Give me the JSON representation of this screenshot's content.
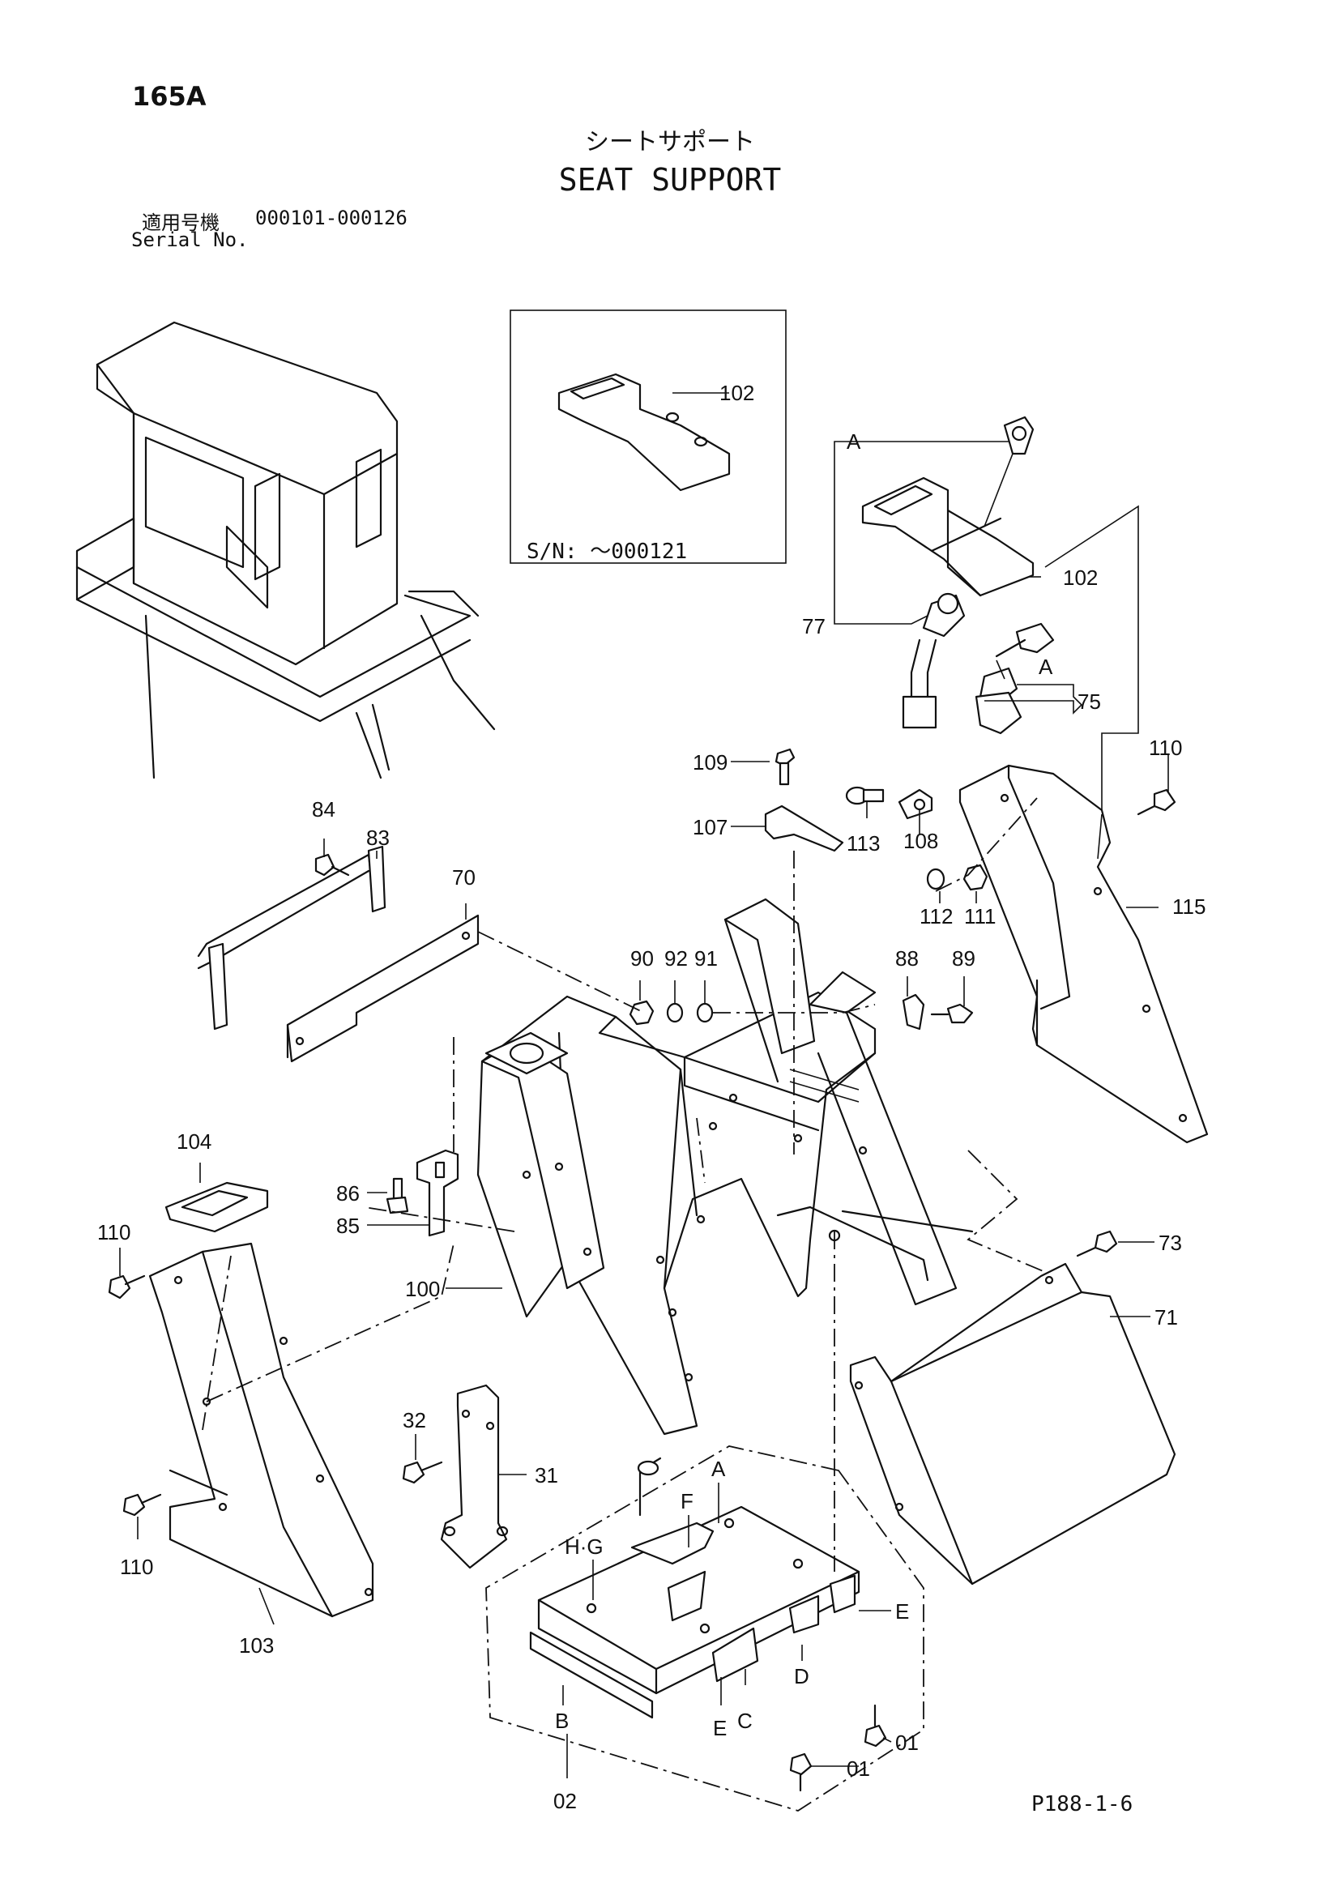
{
  "header": {
    "page_number": "165A",
    "title_jp": "シートサポート",
    "title_en": "SEAT SUPPORT",
    "serial_label_jp": "適用号機",
    "serial_range": "000101-000126",
    "serial_label_en": "Serial No."
  },
  "inset": {
    "note": "S/N: ～000121"
  },
  "callouts": {
    "c102_inset": "102",
    "c102": "102",
    "cA1": "A",
    "cA2": "A",
    "c77": "77",
    "c75": "75",
    "c110a": "110",
    "c115": "115",
    "c109": "109",
    "c107": "107",
    "c113": "113",
    "c108": "108",
    "c112": "112",
    "c111": "111",
    "c84": "84",
    "c83": "83",
    "c70": "70",
    "c90": "90",
    "c92": "92",
    "c91": "91",
    "c88": "88",
    "c89": "89",
    "c104": "104",
    "c86": "86",
    "c85": "85",
    "c110b": "110",
    "c100": "100",
    "c73": "73",
    "c71": "71",
    "c32": "32",
    "c31": "31",
    "c110c": "110",
    "c103": "103",
    "cF": "F",
    "cA3": "A",
    "cHG": "H·G",
    "cE1": "E",
    "cD": "D",
    "cB": "B",
    "cE2": "E",
    "cC": "C",
    "c01a": "01",
    "c01b": "01",
    "c02": "02"
  },
  "footer": {
    "page_code": "P188-1-6"
  }
}
